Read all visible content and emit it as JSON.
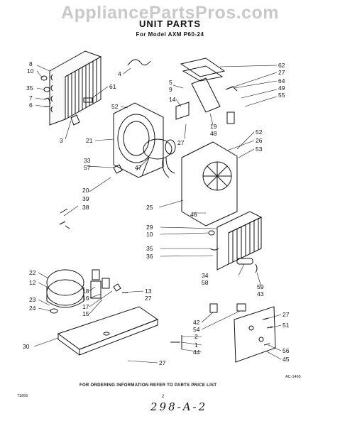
{
  "watermark": "AppliancePartsPros.com",
  "title": "UNIT PARTS",
  "subtitle": "For Model AXM P60-24",
  "footer_text": "FOR ORDERING INFORMATION REFER TO PARTS PRICE LIST",
  "page_number": "2",
  "code_left": "71665",
  "code_right": "AC-1465",
  "handwritten_note": "298-A-2",
  "callouts": {
    "c8": "8",
    "c10a": "10",
    "c35a": "35",
    "c7": "7",
    "c6": "6",
    "c61": "61",
    "c4": "4",
    "c3": "3",
    "c52a": "52",
    "c21": "21",
    "c33": "33",
    "c57": "57",
    "c47": "47",
    "c20": "20",
    "c39": "39",
    "c38": "38",
    "c5": "5",
    "c9": "9",
    "c14": "14",
    "c27a": "27",
    "c62": "62",
    "c27b": "27",
    "c64": "64",
    "c49": "49",
    "c55": "55",
    "c19": "19",
    "c48": "48",
    "c52b": "52",
    "c26": "26",
    "c53": "53",
    "c25": "25",
    "c46": "46",
    "c29": "29",
    "c10b": "10",
    "c35b": "35",
    "c36": "36",
    "c34": "34",
    "c58": "58",
    "c59": "59",
    "c43": "43",
    "c22": "22",
    "c12": "12",
    "c23": "23",
    "c24": "24",
    "c18": "18",
    "c16": "16",
    "c17": "17",
    "c15": "15",
    "c13": "13",
    "c27c": "27",
    "c30": "30",
    "c27d": "27",
    "c42": "42",
    "c54": "54",
    "c2": "2",
    "c1": "1",
    "c44": "44",
    "c27e": "27",
    "c51": "51",
    "c56": "56",
    "c45": "45"
  }
}
